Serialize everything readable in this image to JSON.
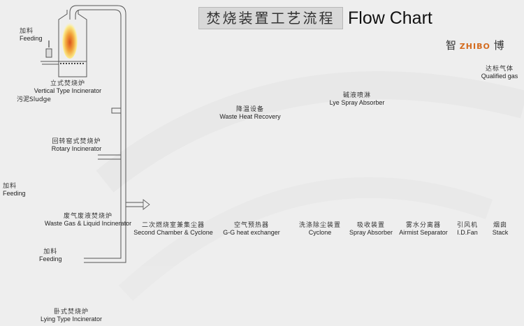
{
  "title": {
    "zh": "焚烧装置工艺流程",
    "en": "Flow Chart"
  },
  "logo": {
    "zh_left": "智",
    "brand": "ZHIBO",
    "zh_right": "博",
    "colors": {
      "primary": "#cc1f2e",
      "accent": "#e07a2a"
    }
  },
  "incinerators": [
    {
      "zh": "立式焚烧炉",
      "en": "Vertical Type Incinerator",
      "feed_zh": "加料",
      "feed_en": "Feeding"
    },
    {
      "zh": "回转窑式焚烧炉",
      "en": "Rotary Incinerator",
      "feed_zh": "污泥",
      "feed_en": "Sludge"
    },
    {
      "zh": "废气废液焚烧炉",
      "en": "Waste Gas & Liquid Incinerator",
      "feed_zh": "加料",
      "feed_en": "Feeding"
    },
    {
      "zh": "卧式焚烧炉",
      "en": "Lying Type Incinerator",
      "feed_zh": "加料",
      "feed_en": "Feeding"
    }
  ],
  "process": [
    {
      "zh": "二次燃烧室兼集尘器",
      "en": "Second Chamber & Cyclone"
    },
    {
      "zh": "降温设备",
      "en": "Waste Heat Recovery"
    },
    {
      "zh": "空气预热器",
      "en": "G-G heat exchanger"
    },
    {
      "zh": "洗涤除尘装置",
      "en": "Cyclone"
    },
    {
      "zh": "碱液喷淋",
      "en": "Lye Spray Absorber"
    },
    {
      "zh": "吸收装置",
      "en": "Spray Absorber"
    },
    {
      "zh": "雾水分离器",
      "en": "Airmist Separator"
    },
    {
      "zh": "引风机",
      "en": "I.D.Fan"
    },
    {
      "zh": "烟囱",
      "en": "Stack"
    },
    {
      "zh": "达标气体",
      "en": "Qualified gas"
    }
  ],
  "colors": {
    "background": "#eeeeee",
    "pipe": "#555555",
    "pipe_fill": "#e4e4e4",
    "flame_outer": "#fbe98a",
    "flame_inner": "#e06a2a",
    "water": "#8fd3e6",
    "heat_recovery_green": "#1f6a3a",
    "heat_recovery_blue": "#2a9fd6"
  }
}
